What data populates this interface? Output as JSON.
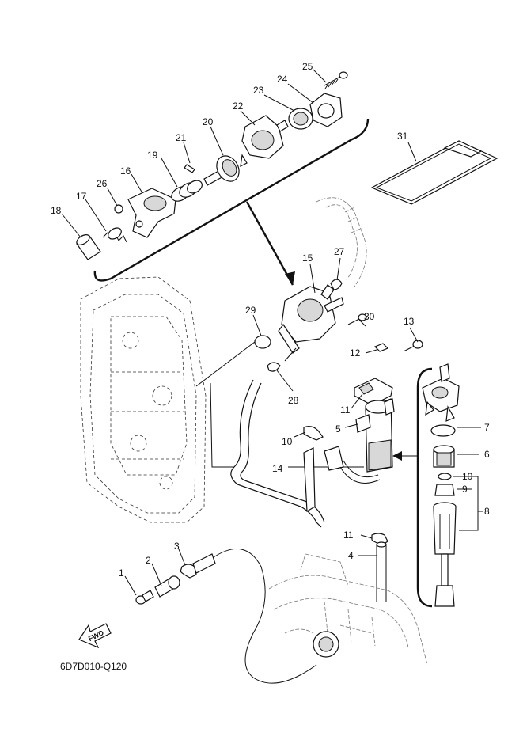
{
  "diagram": {
    "code": "6D7D010-Q120",
    "fwd_label": "FWD",
    "callouts": [
      "1",
      "2",
      "3",
      "4",
      "5",
      "6",
      "7",
      "8",
      "9",
      "10",
      "11",
      "11",
      "12",
      "13",
      "14",
      "15",
      "16",
      "17",
      "18",
      "19",
      "20",
      "21",
      "22",
      "23",
      "24",
      "25",
      "26",
      "27",
      "28",
      "28",
      "29",
      "30",
      "31"
    ]
  },
  "colors": {
    "ink": "#111111",
    "background": "#ffffff",
    "ghost": "#777777"
  },
  "icons": {
    "fwd": "fwd-arrow-icon"
  }
}
